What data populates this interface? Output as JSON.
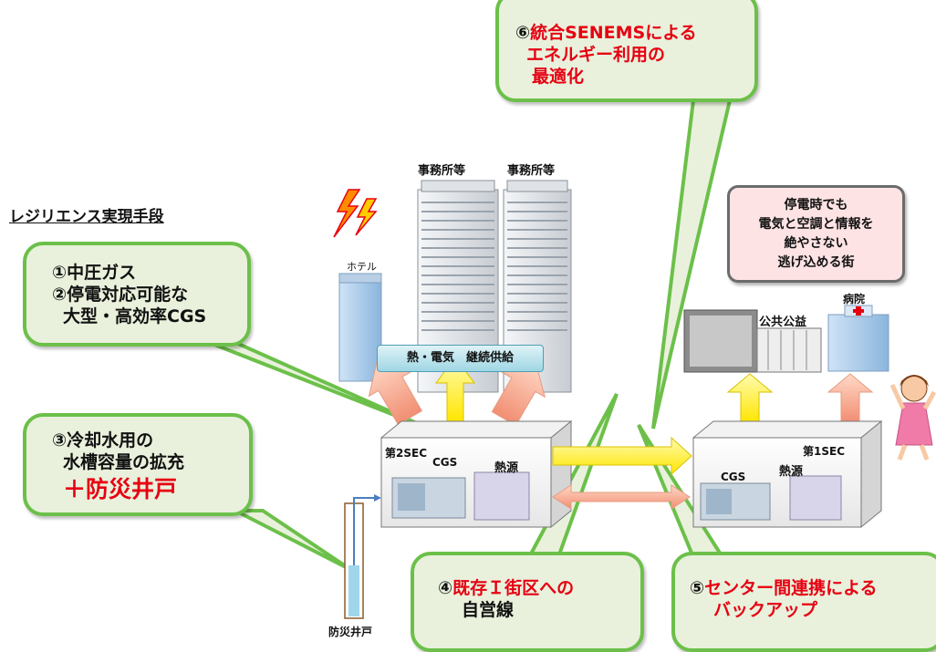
{
  "heading": "レジリエンス実現手段",
  "callouts": {
    "c12": [
      "①中圧ガス",
      "②停電対応可能な",
      "大型・高効率CGS"
    ],
    "c3_lines": [
      "③冷却水用の",
      "水槽容量の拡充"
    ],
    "c3_highlight": "＋防災井戸",
    "c4_prefix": "④",
    "c4_red": "既存Ｉ街区への",
    "c4_line2": "自営線",
    "c5_prefix": "⑤",
    "c5_red": "センター間連携による",
    "c5_line2": "バックアップ",
    "c6_prefix": "⑥",
    "c6_red_lines": [
      "統合SENEMSによる",
      "エネルギー利用の",
      "最適化"
    ]
  },
  "buildings": {
    "office1": "事務所等",
    "office2": "事務所等",
    "hotel": "ホテル",
    "public": "公共公益",
    "hospital": "病院"
  },
  "supply_label": "熱・電気　継続供給",
  "pink_box_lines": [
    "停電時でも",
    "電気と空調と情報を",
    "絶やさない",
    "逃げ込める街"
  ],
  "plants": {
    "sec2": {
      "name": "第2SEC",
      "cgs": "CGS",
      "heat": "熱源"
    },
    "sec1": {
      "name": "第1SEC",
      "cgs": "CGS",
      "heat": "熱源"
    }
  },
  "well_label": "防災井戸",
  "colors": {
    "callout_border": "#6cc04a",
    "callout_fill": "#e9f1dc",
    "red_text": "#e60012",
    "up_arrow_pink": "#f4a28a",
    "up_arrow_yellow": "#ffef4d",
    "pink_box_fill": "#fde3e4",
    "supply_box": "#9fd6e4"
  },
  "icons": [
    "lightning-icon",
    "person-icon",
    "well-icon"
  ]
}
